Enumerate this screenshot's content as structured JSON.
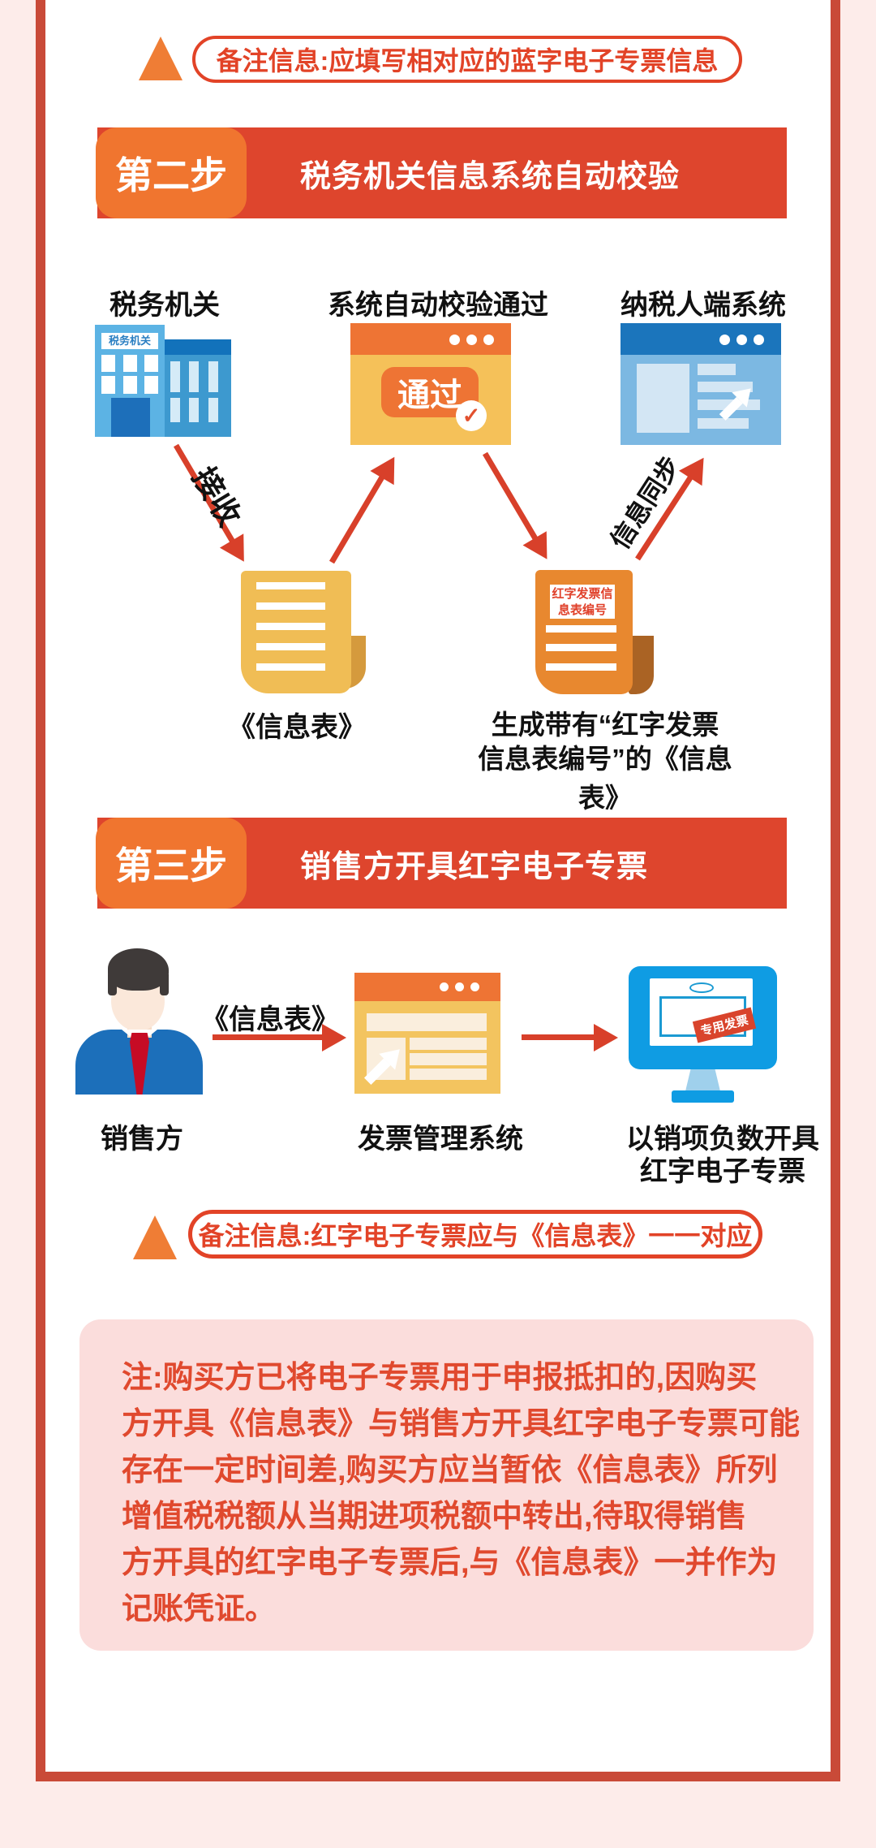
{
  "colors": {
    "page_bg": "#fdecea",
    "frame_border": "#c94a38",
    "step_bar_red": "#de452d",
    "step_badge_orange": "#f0752f",
    "note_red": "#e24327",
    "triangle_orange": "#ef7d35",
    "arrow_red": "#d8402a",
    "footnote_bg": "#fbdddc",
    "footnote_text": "#e0492e",
    "building_blue": "#5cb3e4",
    "monitor_blue": "#0f9ce3"
  },
  "icons": {
    "check_mark": "✓"
  },
  "note_top": {
    "text": "备注信息:应填写相对应的蓝字电子专票信息"
  },
  "step2": {
    "badge": "第二步",
    "title": "税务机关信息系统自动校验",
    "node_labels": [
      "税务机关",
      "系统自动校验通过",
      "纳税人端系统"
    ],
    "building_sign": "税务机关",
    "pass_label": "通过",
    "arrow_receive": "接收",
    "arrow_sync": "信息同步",
    "doc1_label": "《信息表》",
    "doc2_tag": [
      "红字发票信",
      "息表编号"
    ],
    "doc2_caption": [
      "生成带有“红字发票",
      "信息表编号”的《信息表》"
    ]
  },
  "step3": {
    "badge": "第三步",
    "title": "销售方开具红字电子专票",
    "seller_label": "销售方",
    "arrow_label": "《信息表》",
    "system_label": "发票管理系统",
    "monitor_badge": "专用发票",
    "result_label": [
      "以销项负数开具",
      "红字电子专票"
    ]
  },
  "note_bottom": {
    "text": "备注信息:红字电子专票应与《信息表》一一对应"
  },
  "footnote": {
    "lines": [
      "注:购买方已将电子专票用于申报抵扣的,因购买",
      "方开具《信息表》与销售方开具红字电子专票可能",
      "存在一定时间差,购买方应当暂依《信息表》所列",
      "增值税税额从当期进项税额中转出,待取得销售",
      "方开具的红字电子专票后,与《信息表》一并作为",
      "记账凭证。"
    ]
  }
}
